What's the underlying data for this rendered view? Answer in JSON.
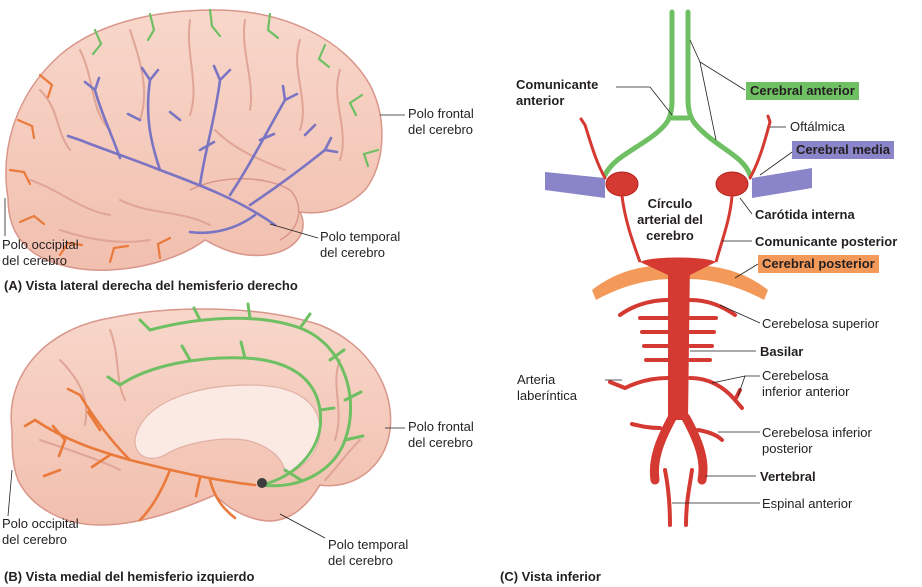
{
  "panel_a": {
    "caption": "(A) Vista lateral derecha del hemisferio derecho",
    "frontal_pole": [
      "Polo frontal",
      "del cerebro"
    ],
    "occipital_pole": [
      "Polo occipital",
      "del cerebro"
    ],
    "temporal_pole": [
      "Polo temporal",
      "del cerebro"
    ]
  },
  "panel_b": {
    "caption": "(B) Vista medial del hemisferio izquierdo",
    "frontal_pole": [
      "Polo frontal",
      "del cerebro"
    ],
    "occipital_pole": [
      "Polo occipital",
      "del cerebro"
    ],
    "temporal_pole": [
      "Polo temporal",
      "del cerebro"
    ]
  },
  "panel_c": {
    "caption": "(C) Vista inferior",
    "anterior_communicating": [
      "Comunicante",
      "anterior"
    ],
    "anterior_cerebral": "Cerebral anterior",
    "ophthalmic": "Oftálmica",
    "middle_cerebral": "Cerebral media",
    "circle": [
      "Círculo",
      "arterial del",
      "cerebro"
    ],
    "internal_carotid": "Carótida interna",
    "posterior_communicating": "Comunicante posterior",
    "posterior_cerebral": "Cerebral posterior",
    "superior_cerebellar": "Cerebelosa superior",
    "basilar": "Basilar",
    "labyrinthine": [
      "Arteria",
      "laberíntica"
    ],
    "aica": [
      "Cerebelosa",
      "inferior anterior"
    ],
    "pica": [
      "Cerebelosa inferior",
      "posterior"
    ],
    "vertebral": "Vertebral",
    "anterior_spinal": "Espinal anterior"
  },
  "colors": {
    "anterior": "#6fbf63",
    "middle": "#8a84c8",
    "posterior": "#f39a5a",
    "artery": "#d43a32",
    "brain": "#f6cdbf",
    "brain_line": "#d9968a"
  }
}
